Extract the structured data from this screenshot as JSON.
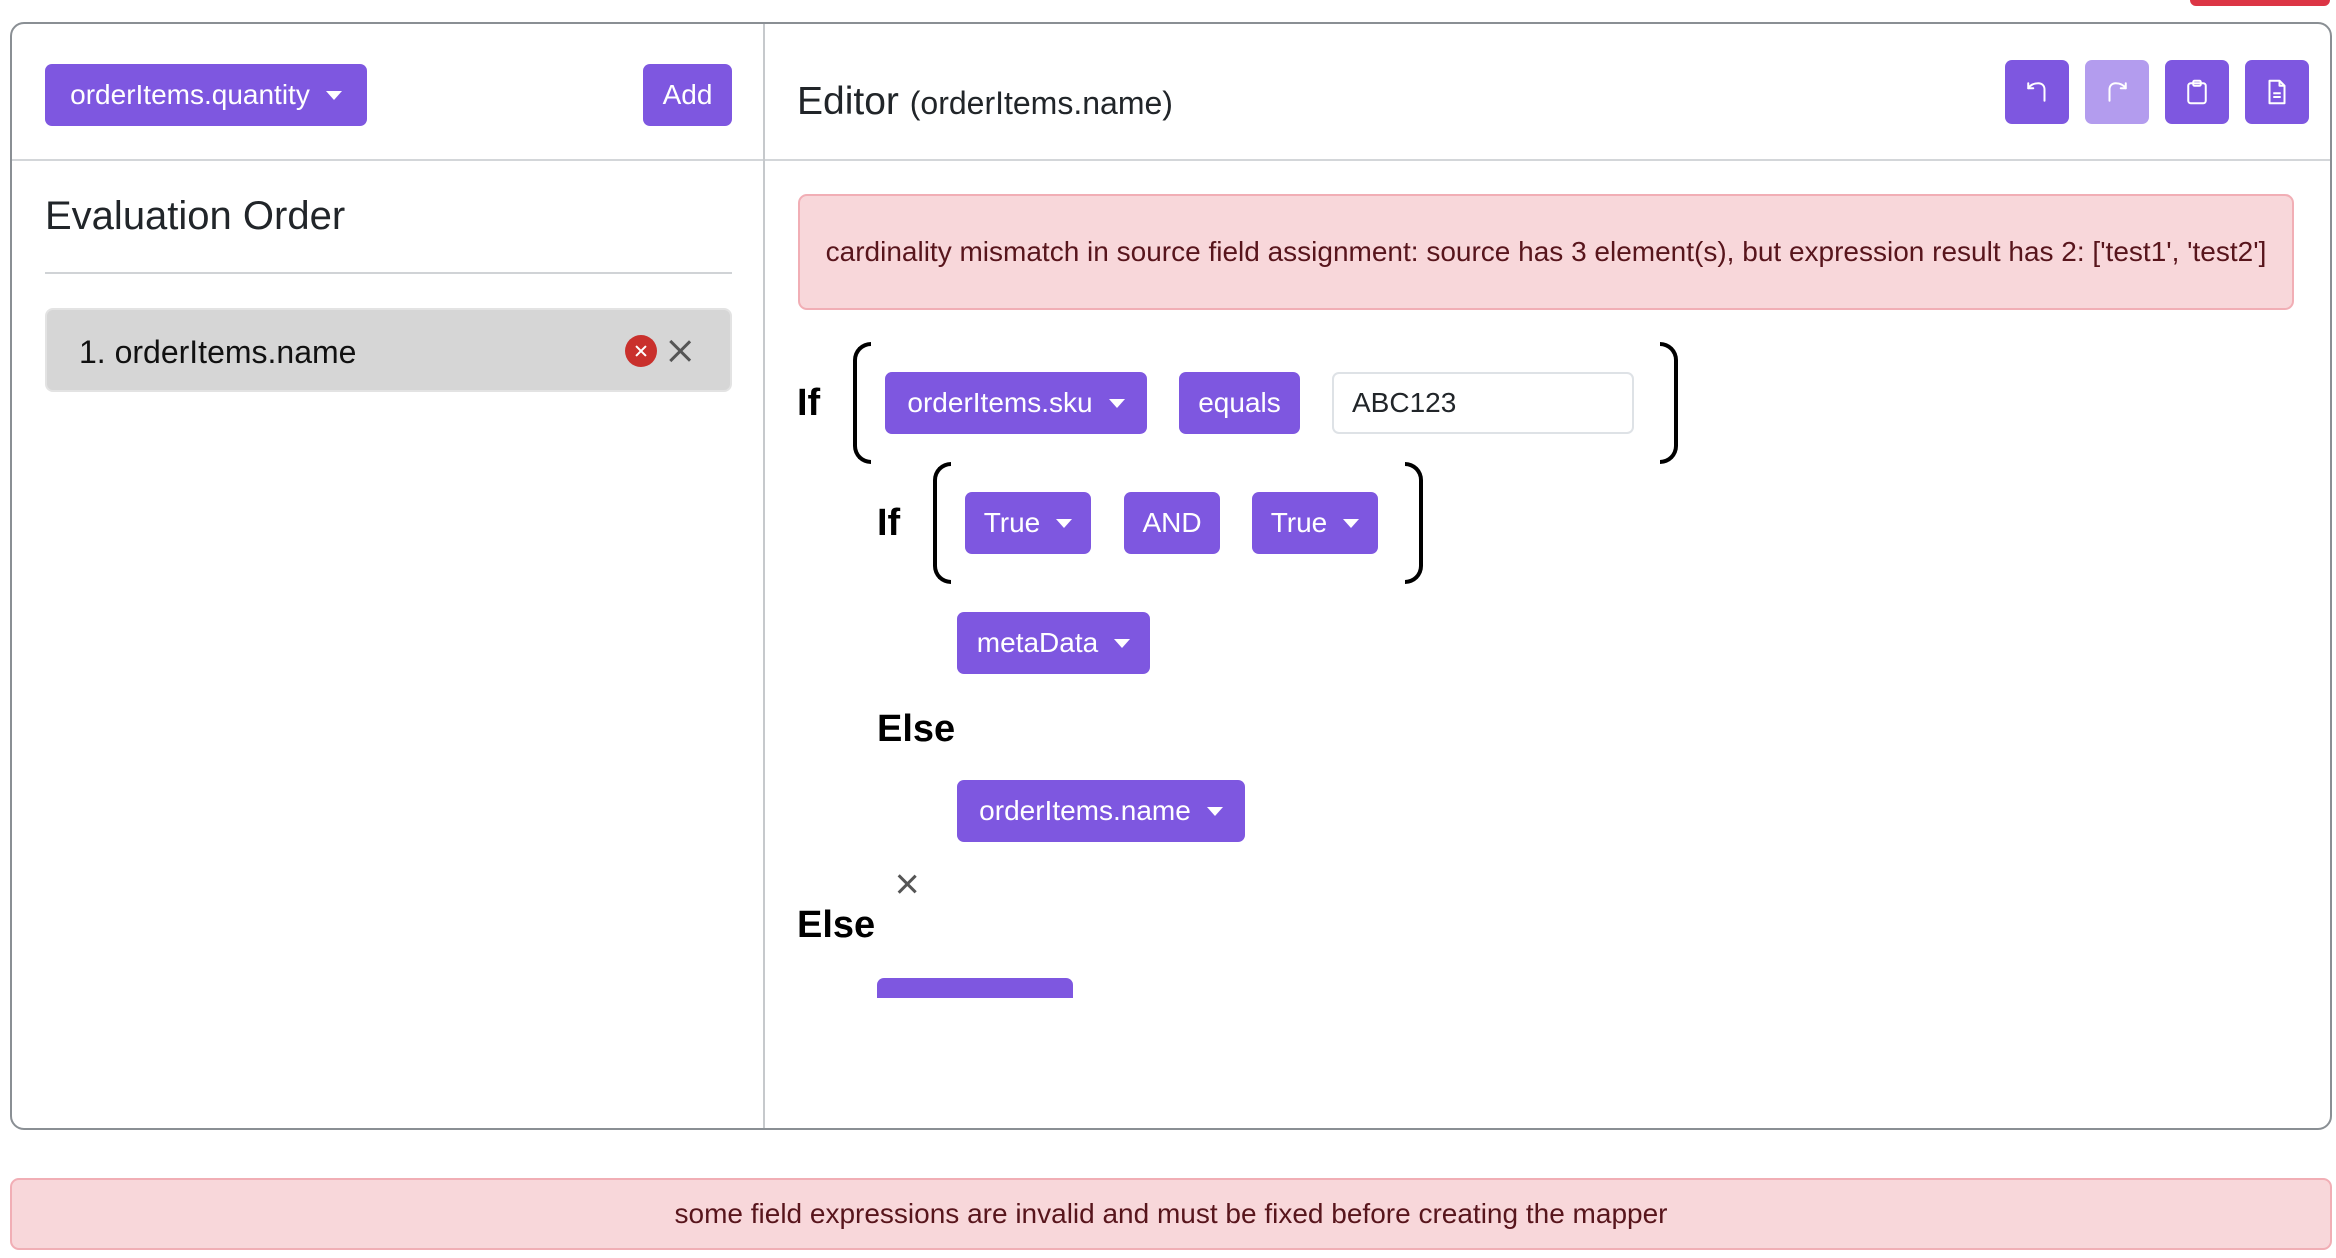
{
  "left_panel": {
    "field_dropdown_label": "orderItems.quantity",
    "add_button_label": "Add",
    "title": "Evaluation Order",
    "items": [
      {
        "label": "1. orderItems.name",
        "status": "error"
      }
    ]
  },
  "editor": {
    "title": "Editor",
    "subtitle": "(orderItems.name)",
    "toolbar": [
      {
        "name": "undo-icon",
        "enabled": true
      },
      {
        "name": "redo-icon",
        "enabled": false
      },
      {
        "name": "clipboard-icon",
        "enabled": true
      },
      {
        "name": "document-icon",
        "enabled": true
      }
    ],
    "error_message": "cardinality mismatch in source field assignment: source has 3 element(s), but expression result has 2: ['test1', 'test2']",
    "outer_if": {
      "keyword": "If",
      "field": "orderItems.sku",
      "operator": "equals",
      "value": "ABC123"
    },
    "inner_if": {
      "keyword": "If",
      "left": "True",
      "operator": "AND",
      "right": "True",
      "then_value": "metaData"
    },
    "inner_else": {
      "keyword": "Else",
      "value": "orderItems.name"
    },
    "outer_else": {
      "keyword": "Else"
    }
  },
  "footer_alert": "some field expressions are invalid and must be fixed before creating the mapper",
  "colors": {
    "accent": "#7e57e0",
    "accent_disabled": "#b39cee",
    "alert_bg": "#f8d7da",
    "alert_border": "#f1aeb5",
    "alert_text": "#58151c",
    "error_icon": "#c9302c"
  }
}
